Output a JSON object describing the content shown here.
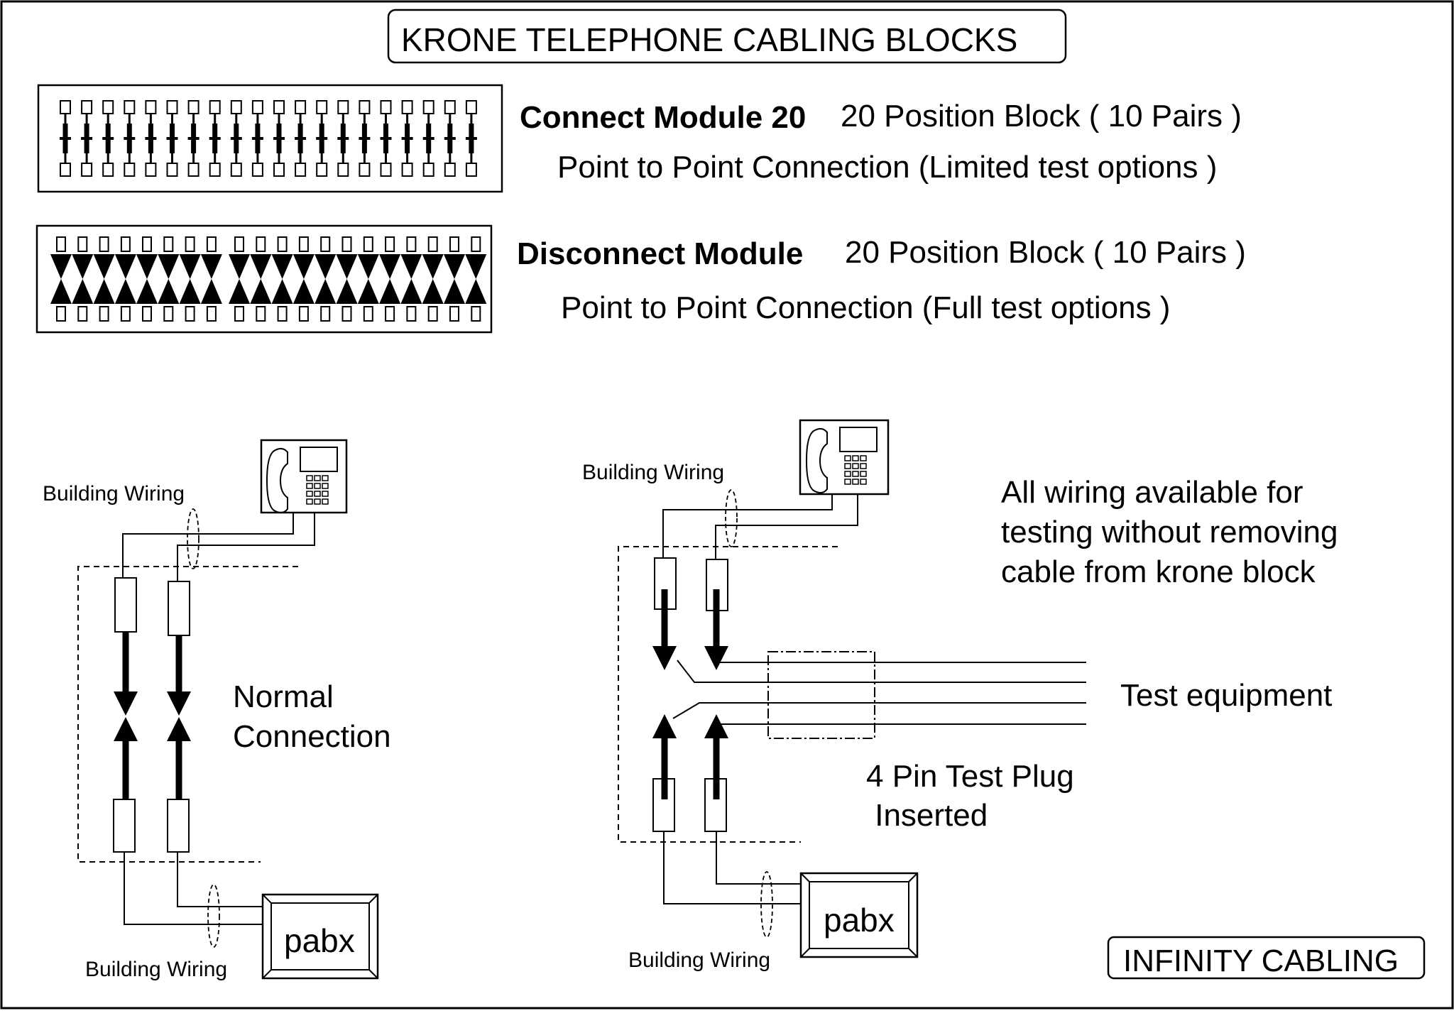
{
  "title": "KRONE  TELEPHONE CABLING BLOCKS",
  "connect_module": {
    "name": "Connect Module 20",
    "spec": "20 Position Block ( 10 Pairs )",
    "note": "Point to Point Connection (Limited test options )"
  },
  "disconnect_module": {
    "name": "Disconnect Module",
    "spec": "20 Position Block ( 10 Pairs )",
    "note": "Point to Point Connection (Full test options )"
  },
  "normal_connection": {
    "building_wiring_top": "Building Wiring",
    "label_line1": "Normal",
    "label_line2": "Connection",
    "pabx": "pabx",
    "building_wiring_bottom": "Building Wiring"
  },
  "test_connection": {
    "building_wiring_top": "Building Wiring",
    "note_line1": "All wiring available for",
    "note_line2": "testing without removing",
    "note_line3": "cable from krone block",
    "test_equipment": "Test equipment",
    "plug_line1": "4 Pin Test Plug",
    "plug_line2": " Inserted",
    "pabx": "pabx",
    "building_wiring_bottom": "Building Wiring"
  },
  "footer_brand": "INFINITY CABLING"
}
